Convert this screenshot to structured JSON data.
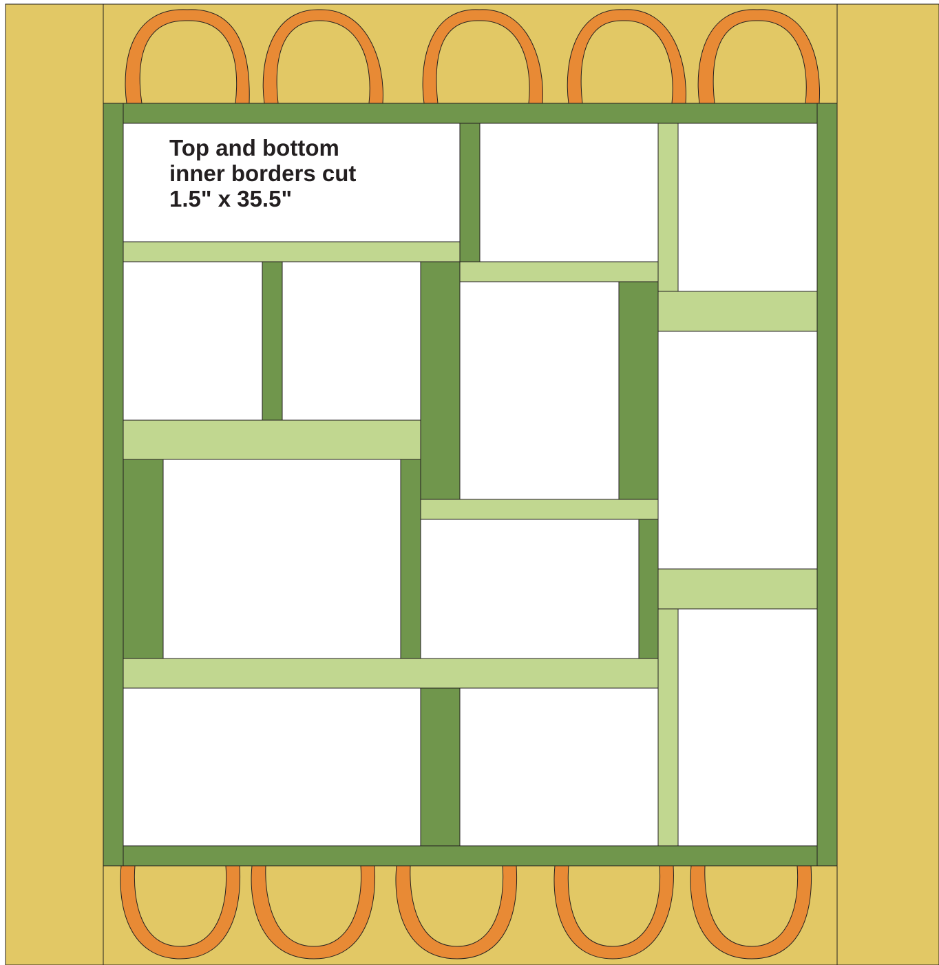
{
  "annotation": {
    "lines": [
      "Top and bottom",
      "inner borders cut",
      "1.5\" x 35.5\""
    ]
  },
  "colors": {
    "outer_border": "#e2c865",
    "inner_border": "#70964c",
    "sashing_light": "#c1d790",
    "sashing_dark": "#70964c",
    "loop": "#e88a35",
    "block": "#ffffff",
    "outline": "#231f20"
  }
}
